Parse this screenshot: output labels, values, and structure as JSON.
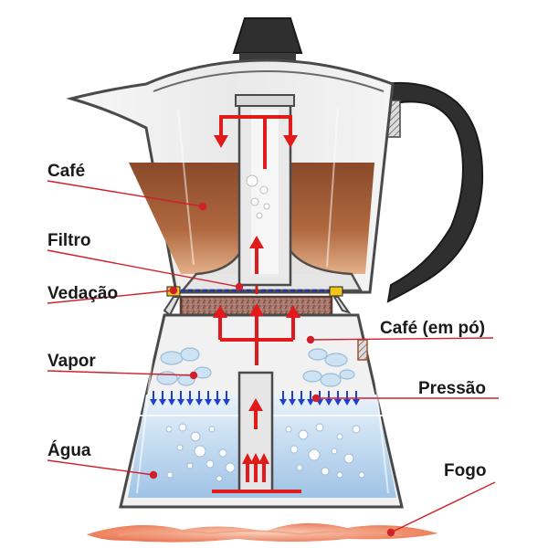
{
  "labels": {
    "cafe": "Café",
    "filtro": "Filtro",
    "vedacao": "Vedação",
    "vapor": "Vapor",
    "agua": "Água",
    "cafe_em_po": "Café (em pó)",
    "pressao": "Pressão",
    "fogo": "Fogo"
  },
  "colors": {
    "leader_line": "#d0202a",
    "arrow": "#e11b1b",
    "coffee_liquid": "#a0522d",
    "coffee_grounds": "#9b6a55",
    "water": "#c9ddf1",
    "pot_body": "#ececec",
    "pot_outline": "#4a4a4a",
    "handle": "#2f2f2f",
    "seal": "#f0c419",
    "pressure_arrows": "#1f3fd1",
    "flame": "#e8572a"
  },
  "icons": [
    "flow-arrow-icon",
    "pressure-arrow-icon",
    "steam-cloud-icon",
    "bubble-icon",
    "flame-icon"
  ]
}
